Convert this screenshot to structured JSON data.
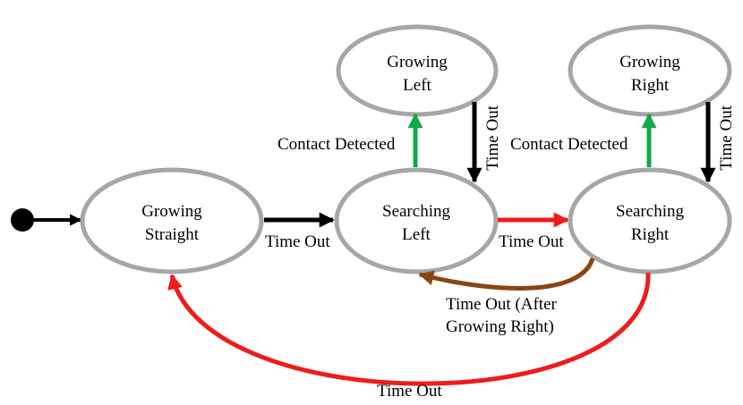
{
  "states": {
    "growing_straight": {
      "line1": "Growing",
      "line2": "Straight"
    },
    "searching_left": {
      "line1": "Searching",
      "line2": "Left"
    },
    "growing_left": {
      "line1": "Growing",
      "line2": "Left"
    },
    "searching_right": {
      "line1": "Searching",
      "line2": "Right"
    },
    "growing_right": {
      "line1": "Growing",
      "line2": "Right"
    }
  },
  "transitions": {
    "straight_to_search_left": "Time Out",
    "search_left_to_search_right": "Time Out",
    "search_left_to_growing_left": "Contact Detected",
    "growing_left_to_search_left": "Time Out",
    "search_right_to_growing_right": "Contact Detected",
    "growing_right_to_search_right": "Time Out",
    "search_right_to_search_left_line1": "Time Out (After",
    "search_right_to_search_left_line2": "Growing Right)",
    "search_right_to_straight": "Time Out"
  },
  "colors": {
    "state_border": "#a6a6a6",
    "default_arrow": "#000000",
    "timeout_arrow": "#ee1c1c",
    "contact_arrow": "#13a84a",
    "return_arrow": "#8b4513"
  }
}
